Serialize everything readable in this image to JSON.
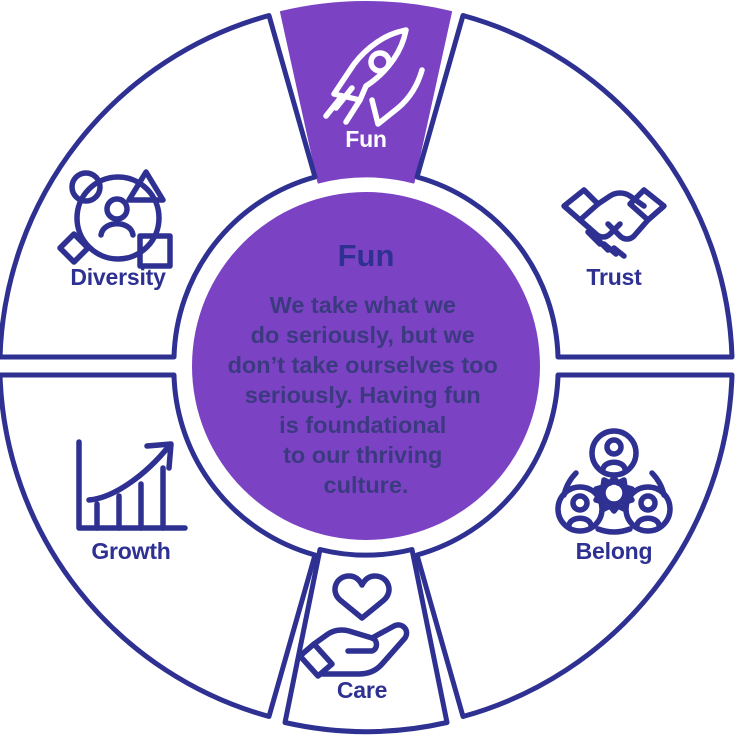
{
  "diagram": {
    "type": "radial-segment-wheel",
    "segment_count": 6,
    "colors": {
      "accent_purple": "#7b43c4",
      "outline_navy": "#2e3192",
      "body_text": "#3b3a80",
      "background": "#ffffff",
      "on_accent_text": "#ffffff"
    }
  },
  "center": {
    "title": "Fun",
    "lines": [
      "We take what we",
      "do seriously, but we",
      "don’t take ourselves too",
      "seriously. Having fun",
      "is foundational",
      "to our thriving",
      "culture."
    ]
  },
  "segments": [
    {
      "id": "fun",
      "label": "Fun",
      "icon": "rocket-icon",
      "selected": true
    },
    {
      "id": "trust",
      "label": "Trust",
      "icon": "handshake-icon",
      "selected": false
    },
    {
      "id": "belong",
      "label": "Belong",
      "icon": "people-gear-icon",
      "selected": false
    },
    {
      "id": "care",
      "label": "Care",
      "icon": "hand-heart-icon",
      "selected": false
    },
    {
      "id": "growth",
      "label": "Growth",
      "icon": "growth-chart-icon",
      "selected": false
    },
    {
      "id": "diversity",
      "label": "Diversity",
      "icon": "diversity-people-icon",
      "selected": false
    }
  ]
}
